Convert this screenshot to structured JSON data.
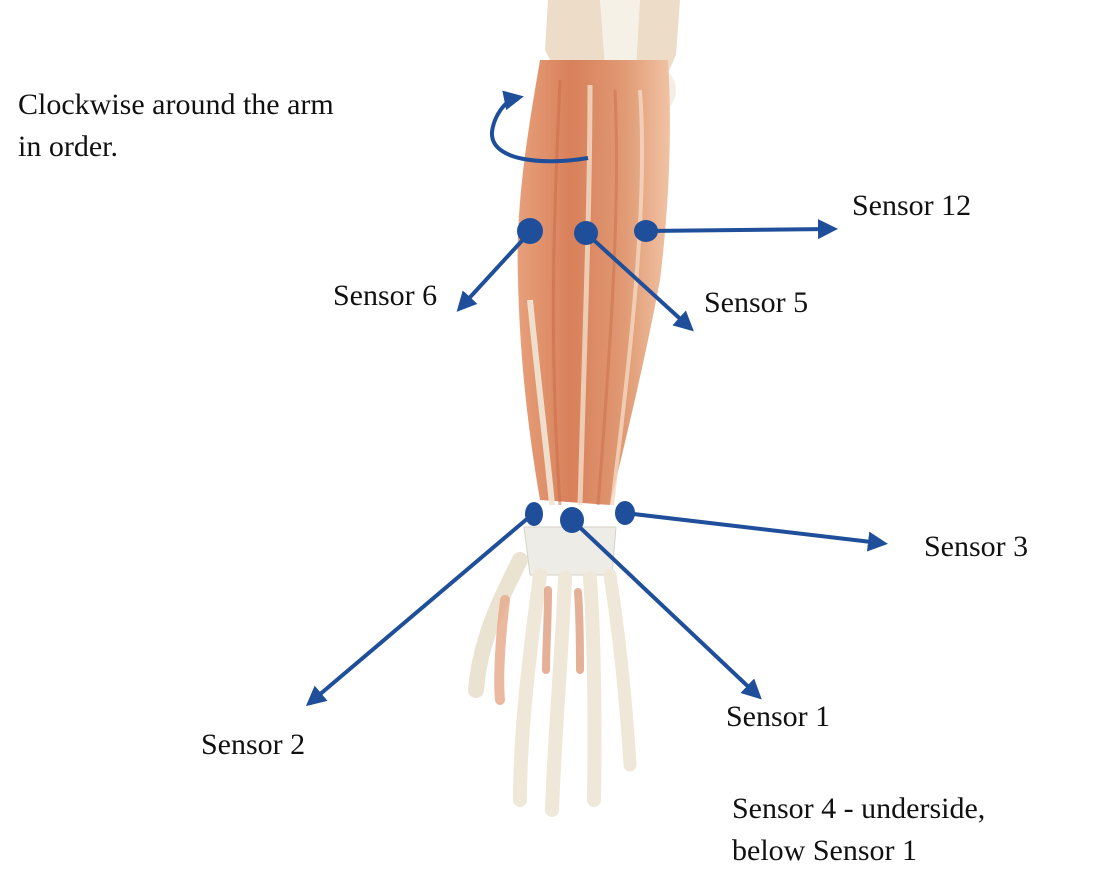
{
  "instruction": {
    "line1": "Clockwise around the arm",
    "line2": "in order."
  },
  "sensor_labels": {
    "s12": "Sensor 12",
    "s6": "Sensor 6",
    "s5": "Sensor 5",
    "s3": "Sensor 3",
    "s2": "Sensor 2",
    "s1": "Sensor 1"
  },
  "footnote": {
    "line1": "Sensor 4 - underside,",
    "line2": "below Sensor 1"
  },
  "colors": {
    "marker": "#1f4f9a",
    "muscle": "#d9865e",
    "tendon": "#efe7d6",
    "bone": "#f3efe6"
  }
}
